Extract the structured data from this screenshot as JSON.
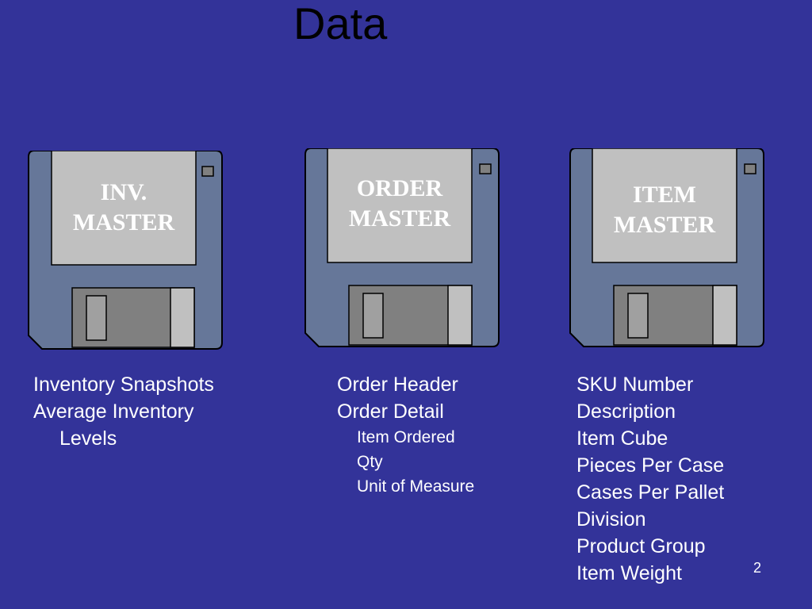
{
  "slide": {
    "title": "Data",
    "page_number": "2"
  },
  "disks": [
    {
      "label_line1": "INV.",
      "label_line2": "MASTER",
      "items": [
        "Inventory Snapshots",
        "Average Inventory"
      ],
      "continuation": "Levels"
    },
    {
      "label_line1": "ORDER",
      "label_line2": "MASTER",
      "items": [
        "Order Header",
        "Order Detail"
      ],
      "subitems": [
        "Item Ordered",
        "Qty",
        "Unit of Measure"
      ]
    },
    {
      "label_line1": "ITEM",
      "label_line2": "MASTER",
      "items": [
        "SKU Number",
        "Description",
        "Item Cube",
        "Pieces Per Case",
        "Cases Per Pallet",
        "Division",
        "Product Group",
        "Item Weight"
      ]
    }
  ],
  "colors": {
    "background": "#333399",
    "disk_body": "#667799",
    "disk_label": "#c0c0c0",
    "shutter": "#808080"
  },
  "icons": [
    "floppy-disk-icon"
  ]
}
